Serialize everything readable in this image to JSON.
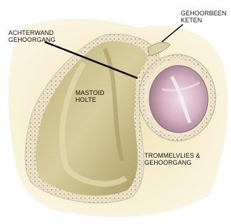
{
  "labels": {
    "posterior_wall": {
      "line1": "ACHTERWAND",
      "line2": "GEHOORGANG"
    },
    "ossicular_chain": {
      "line1": "GEHOORBEEN",
      "line2": "KETEN"
    },
    "mastoid_cavity": {
      "line1": "MASTOID",
      "line2": "HOLTE"
    },
    "eardrum_canal": {
      "line1": "TROMMELVLIES &",
      "line2": "GEHOORGANG"
    }
  },
  "colors": {
    "skin": "#f4ecc6",
    "bone_rim": "#e9dcc0",
    "cavity": "#c9bd8a",
    "cavity_shadow": "#a89a66",
    "drum": "#d2aec0",
    "drum_highlight": "#f1dfe8",
    "pointer": "#000000"
  }
}
